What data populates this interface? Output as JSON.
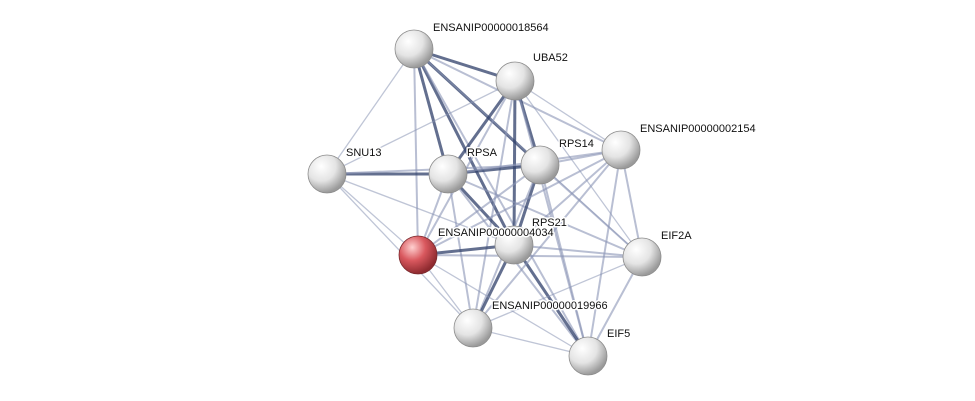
{
  "network": {
    "nodes": [
      {
        "id": "ENSANIP00000018564",
        "label": "ENSANIP00000018564",
        "color": "white"
      },
      {
        "id": "UBA52",
        "label": "UBA52",
        "color": "white"
      },
      {
        "id": "ENSANIP00000002154",
        "label": "ENSANIP00000002154",
        "color": "white"
      },
      {
        "id": "SNU13",
        "label": "SNU13",
        "color": "white"
      },
      {
        "id": "RPSA",
        "label": "RPSA",
        "color": "white"
      },
      {
        "id": "RPS14",
        "label": "RPS14",
        "color": "white"
      },
      {
        "id": "RPS21",
        "label": "RPS21",
        "color": "white"
      },
      {
        "id": "ENSANIP00000004034",
        "label": "ENSANIP00000004034",
        "color": "red"
      },
      {
        "id": "EIF2A",
        "label": "EIF2A",
        "color": "white"
      },
      {
        "id": "ENSANIP00000019966",
        "label": "ENSANIP00000019966",
        "color": "white"
      },
      {
        "id": "EIF5",
        "label": "EIF5",
        "color": "white"
      }
    ],
    "colors": {
      "white_node": "#e6e6e6",
      "red_node": "#d9585e",
      "edge_strong": "#2f3f6a",
      "edge_weak": "#8a95b5"
    }
  }
}
